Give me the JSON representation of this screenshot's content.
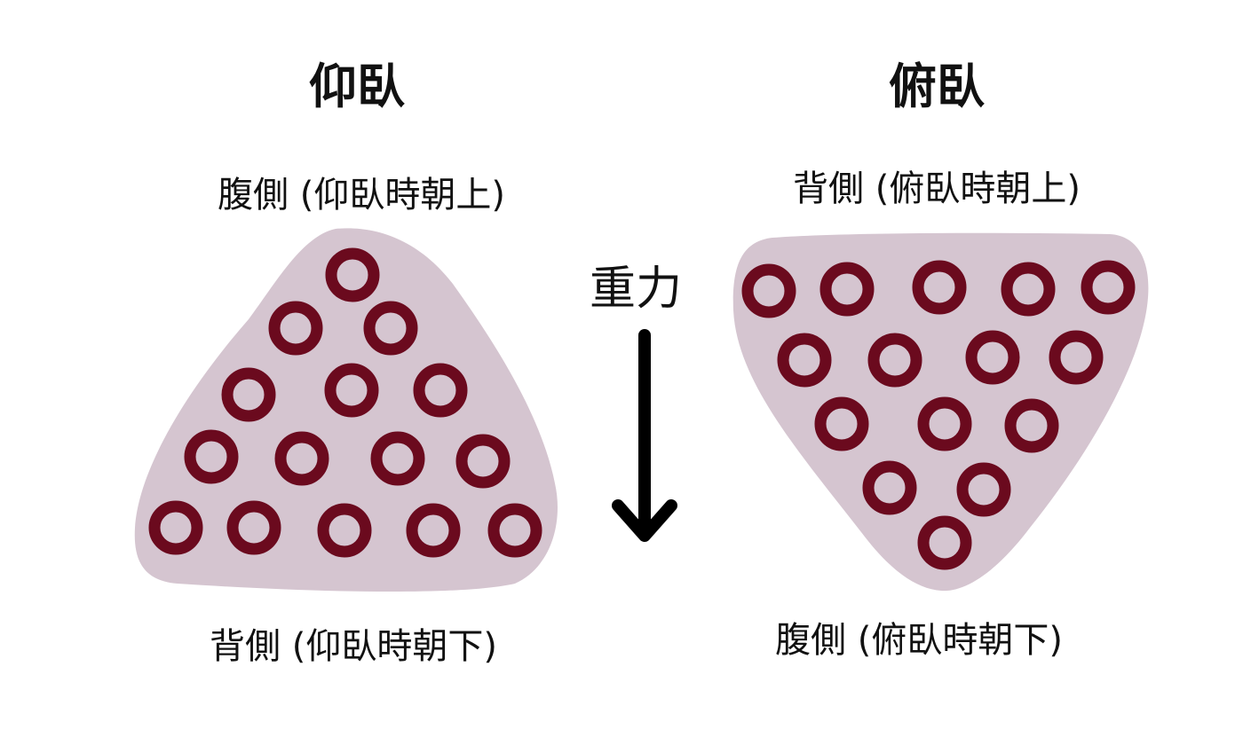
{
  "panels": [
    {
      "id": "supine",
      "title": "仰臥",
      "top_label": "腹側 (仰臥時朝上)",
      "bottom_label": "背側 (仰臥時朝下)",
      "shape": "triangle-apex-up",
      "circle_rows": [
        1,
        2,
        3,
        4,
        5
      ]
    },
    {
      "id": "prone",
      "title": "俯臥",
      "top_label": "背側 (俯臥時朝上)",
      "bottom_label": "腹側 (俯臥時朝下)",
      "shape": "triangle-apex-down",
      "circle_rows": [
        5,
        4,
        3,
        2,
        1
      ]
    }
  ],
  "gravity": {
    "label": "重力",
    "direction": "down"
  },
  "colors": {
    "tissue_fill": "#d5c5d0",
    "ring_stroke": "#6b0a1e",
    "text": "#111111",
    "arrow": "#000000"
  }
}
